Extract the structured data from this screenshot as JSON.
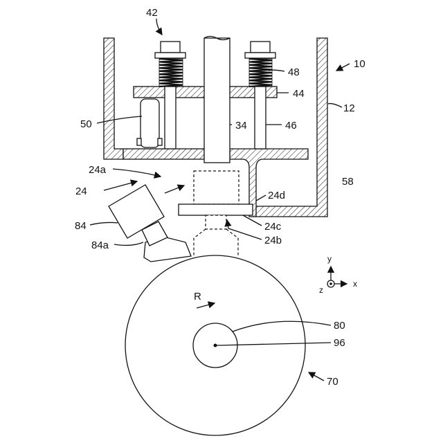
{
  "labels": {
    "l42": "42",
    "l48": "48",
    "l10": "10",
    "l44": "44",
    "l12": "12",
    "l50": "50",
    "l34": "34",
    "l46": "46",
    "l24a": "24a",
    "l58": "58",
    "l24": "24",
    "l24d": "24d",
    "l84": "84",
    "l24c": "24c",
    "l84a": "84a",
    "l24b": "24b",
    "lR": "R",
    "l80": "80",
    "l96": "96",
    "l70": "70"
  },
  "axes": {
    "y": "y",
    "x": "x",
    "z": "z"
  }
}
